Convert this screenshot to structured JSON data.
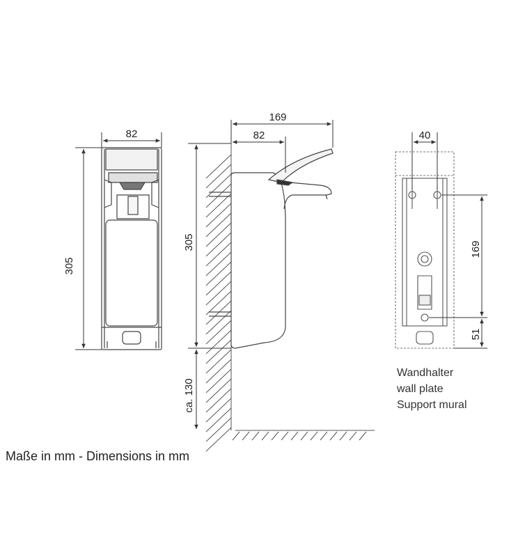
{
  "dimensions": {
    "front": {
      "width": "82",
      "height": "305"
    },
    "side": {
      "total_depth": "169",
      "body_depth": "82",
      "height": "305",
      "floor_gap": "ca. 130"
    },
    "wall_plate": {
      "width": "40",
      "hole_spacing": "169",
      "bottom_offset": "51"
    }
  },
  "wall_plate_label": [
    "Wandhalter",
    "wall plate",
    "Support mural"
  ],
  "caption": "Maße in mm - Dimensions in mm",
  "colors": {
    "line": "#444444",
    "light_line": "#888888",
    "text": "#222222"
  }
}
